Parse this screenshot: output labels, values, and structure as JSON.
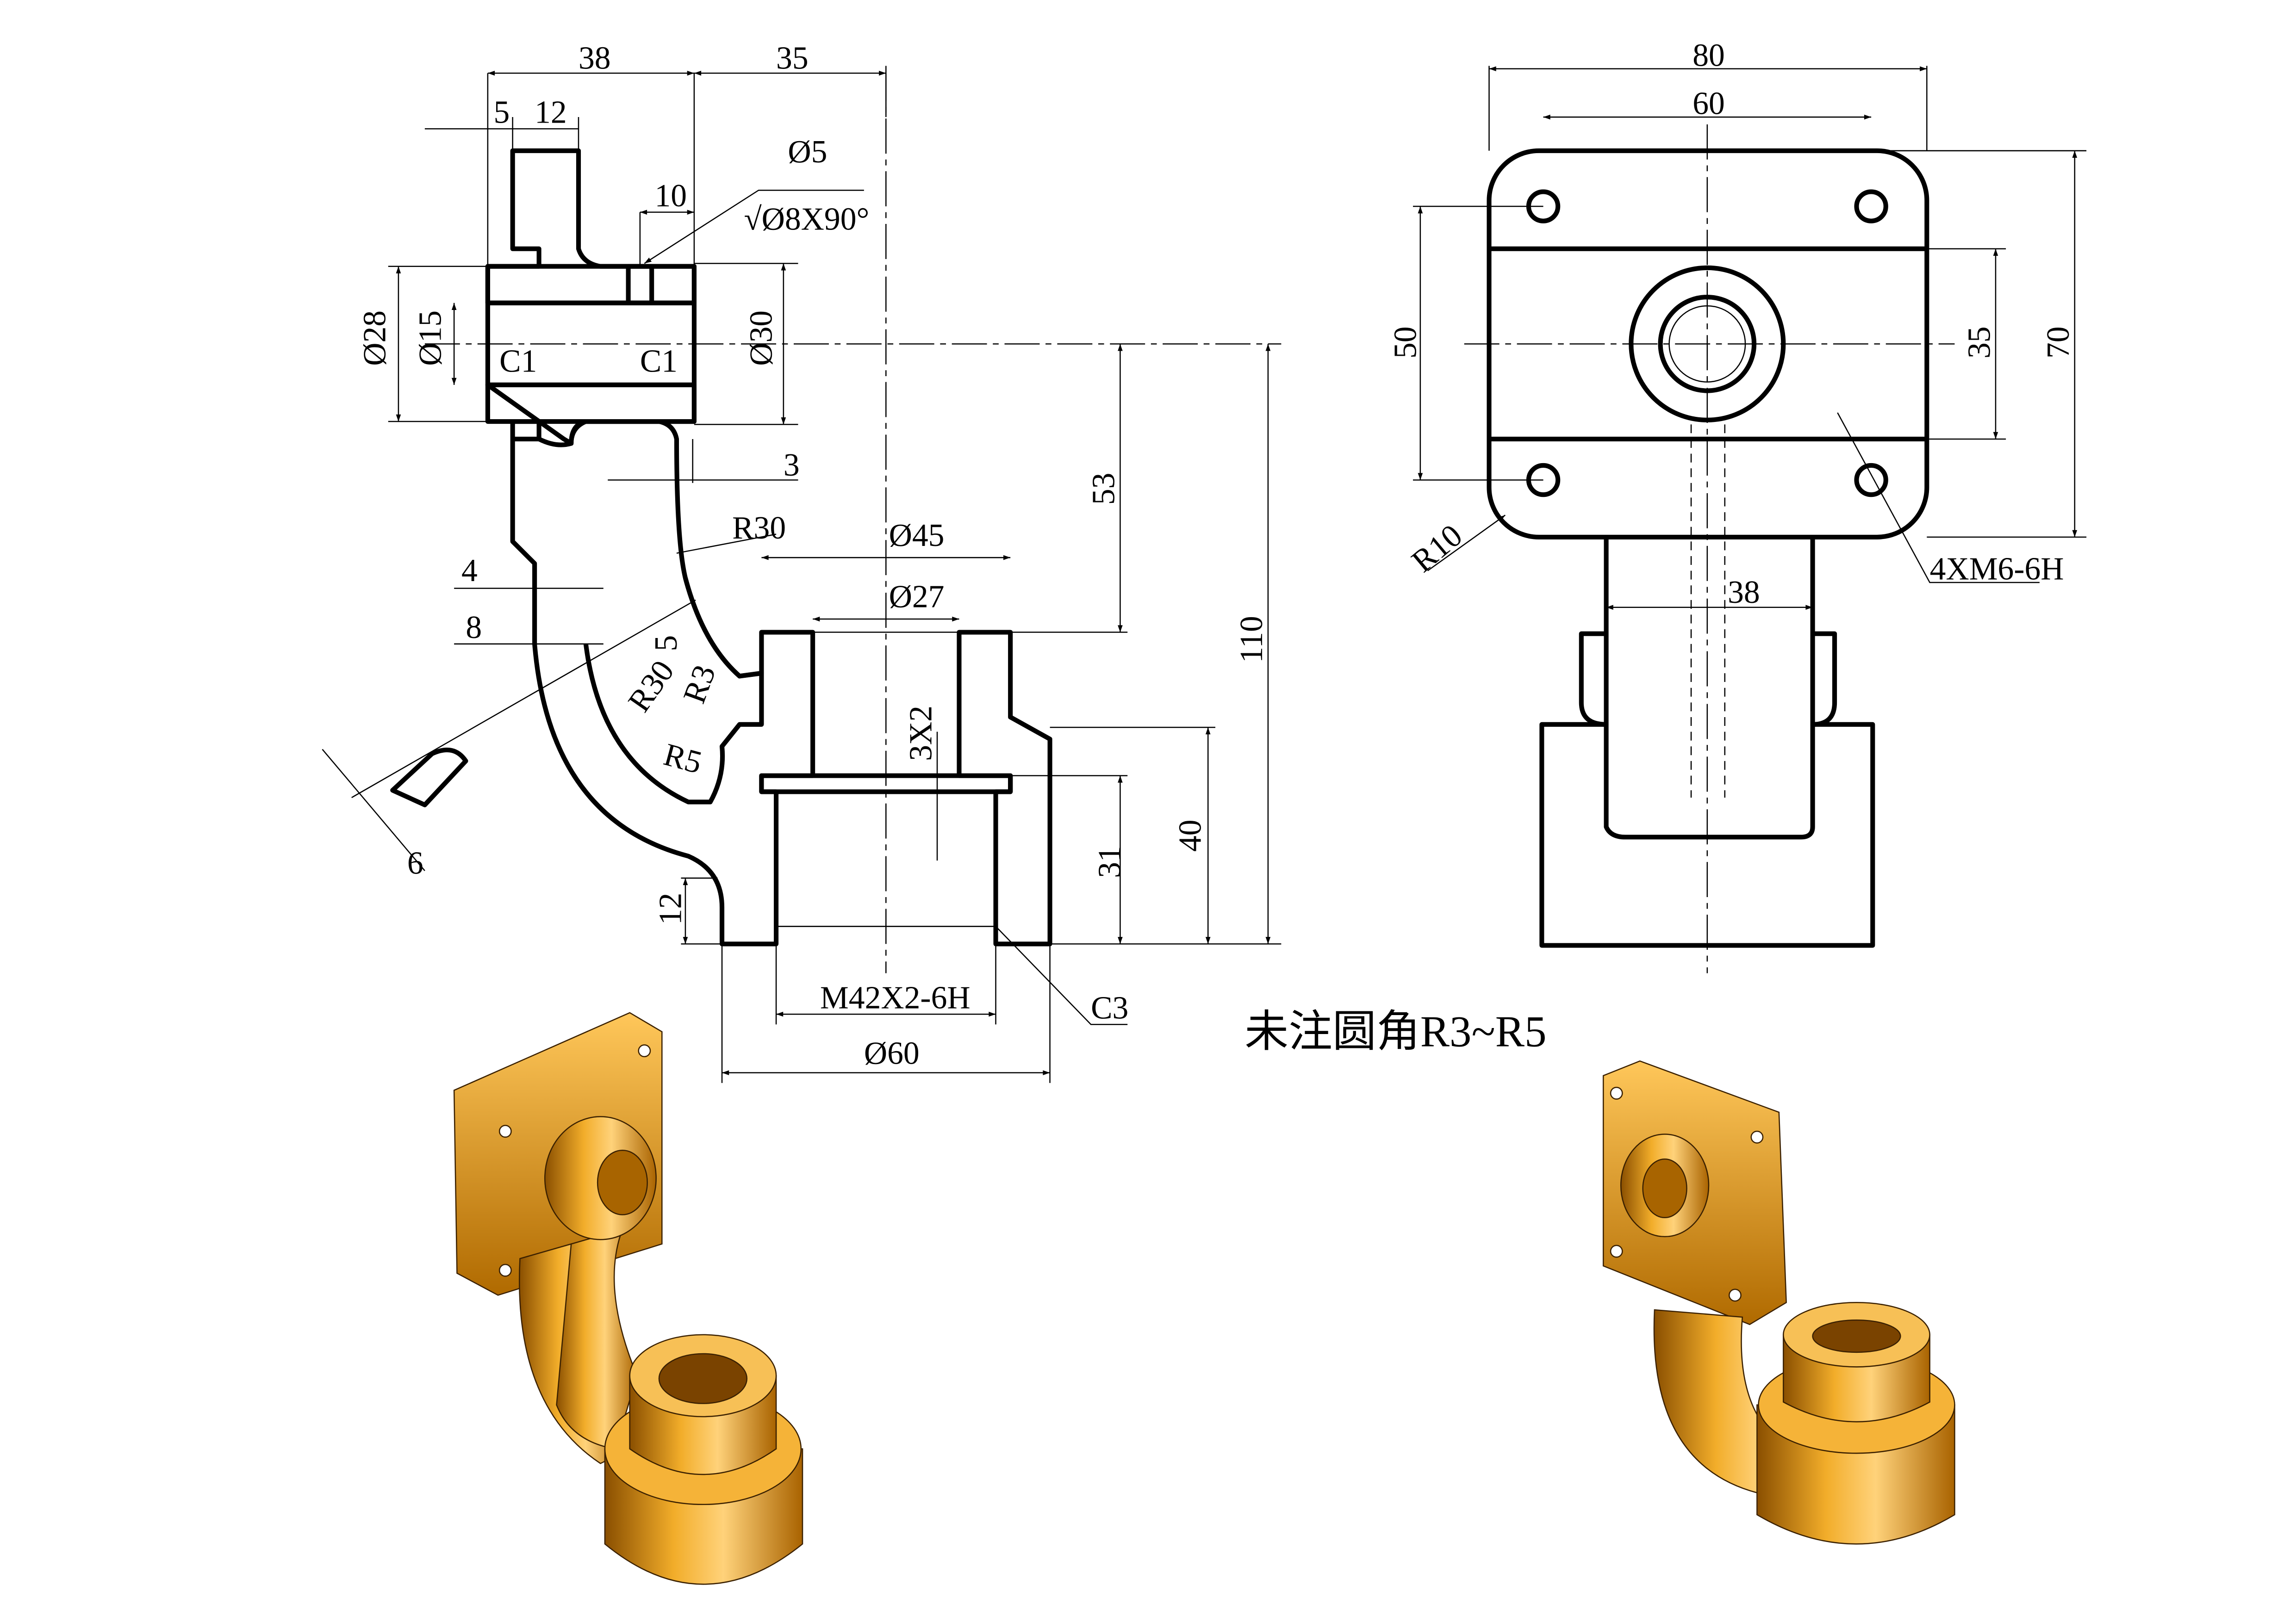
{
  "section_view": {
    "dims": [
      "38",
      "35",
      "5",
      "12",
      "10",
      "Ø5",
      "√Ø8X90°",
      "Ø28",
      "Ø15",
      "C1",
      "C1",
      "Ø30",
      "3",
      "R30",
      "Ø45",
      "Ø27",
      "4",
      "8",
      "5",
      "R30",
      "R3",
      "R5",
      "3X2",
      "53",
      "110",
      "40",
      "31",
      "12",
      "6",
      "M42X2-6H",
      "C3",
      "Ø60"
    ]
  },
  "side_view": {
    "dims": [
      "80",
      "60",
      "50",
      "35",
      "70",
      "R10",
      "4XM6-6H",
      "38"
    ]
  },
  "note": "未注圆角R3~R5",
  "colors": {
    "render_orange": "#E39A1C",
    "render_dark": "#9A5E05",
    "line": "#000000"
  }
}
